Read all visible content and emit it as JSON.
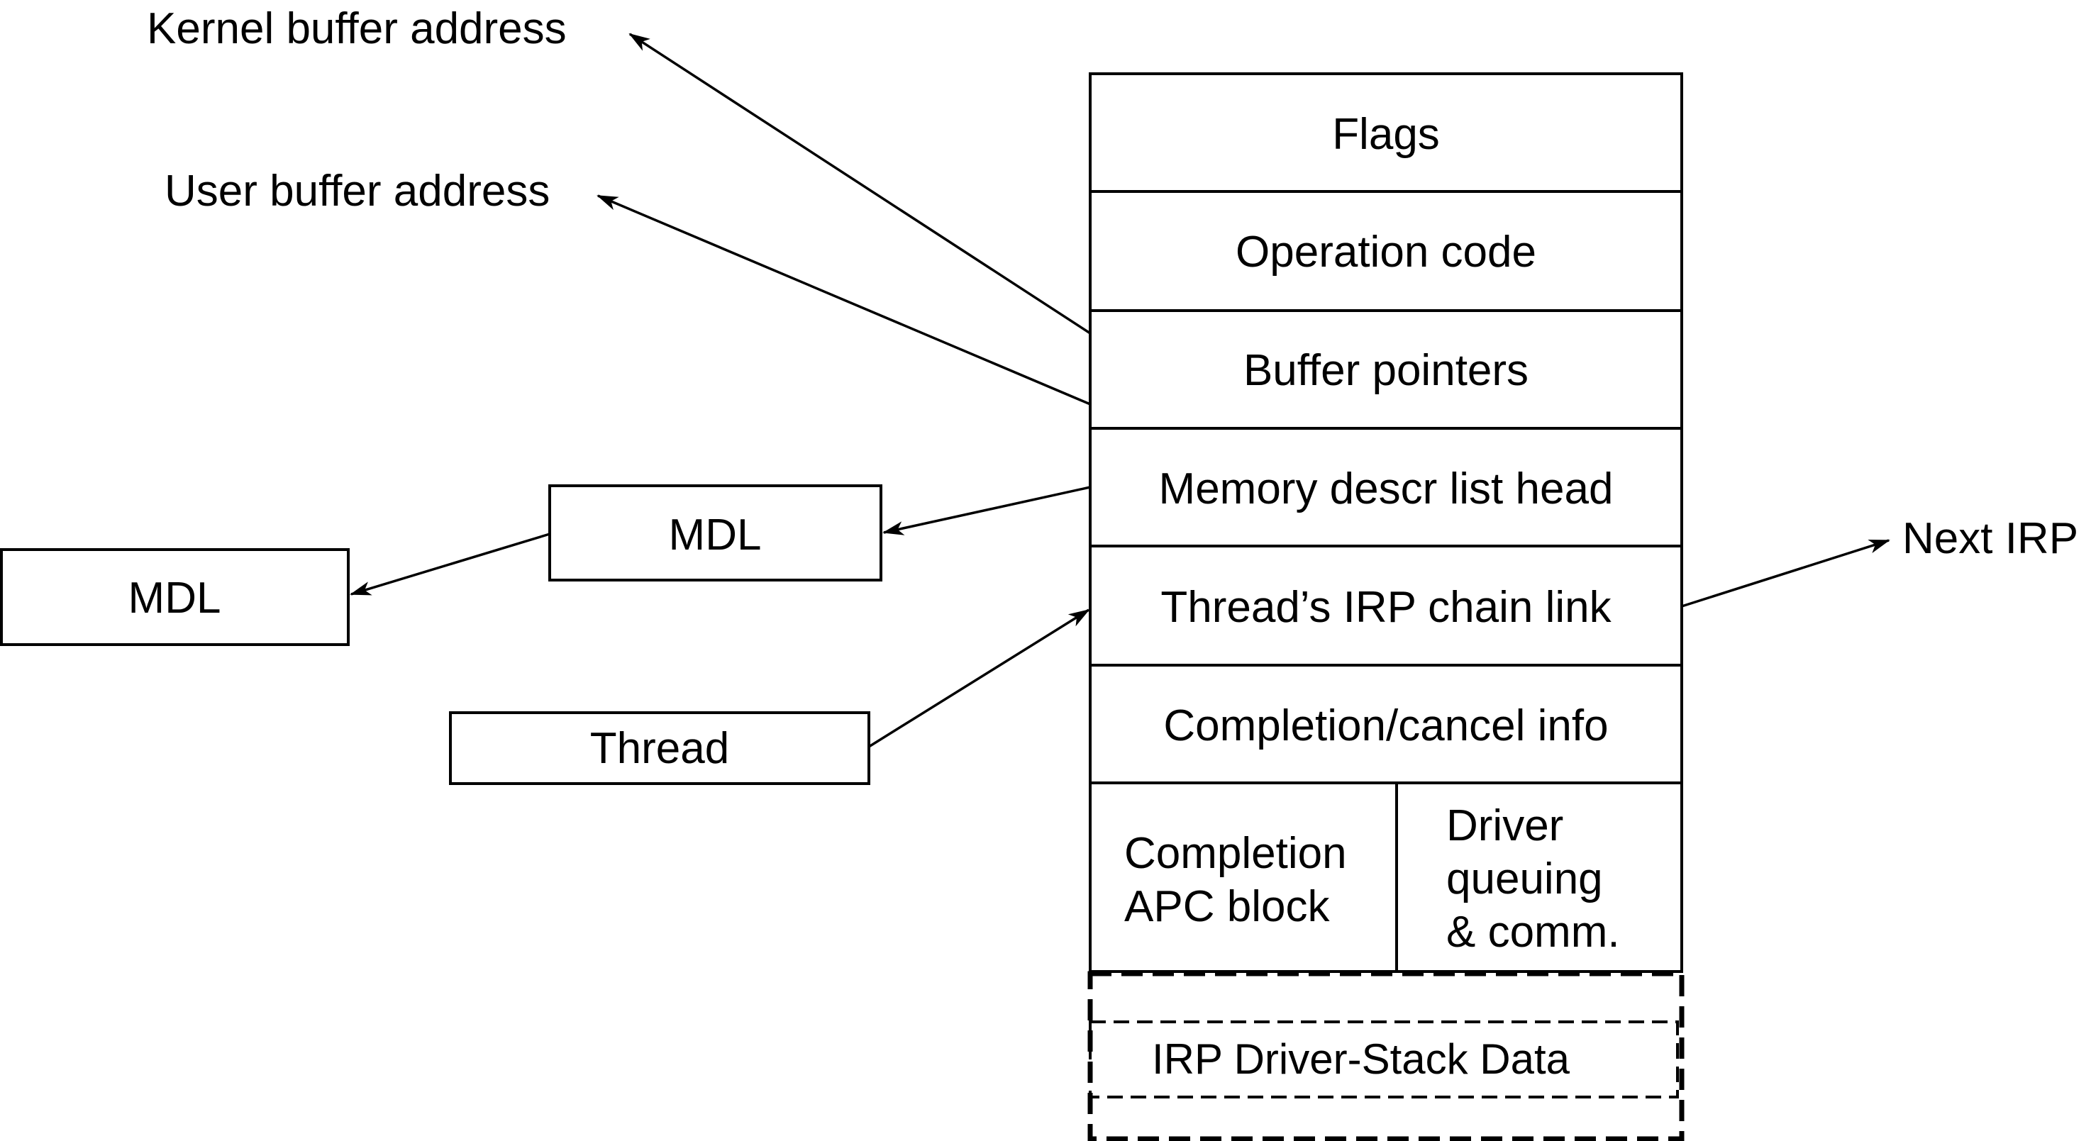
{
  "irp": {
    "fields": {
      "flags": "Flags",
      "operation_code": "Operation code",
      "buffer_pointers": "Buffer pointers",
      "memory_descr_list_head": "Memory descr list head",
      "irp_chain_link": "Thread’s IRP chain link",
      "completion_cancel_info": "Completion/cancel info",
      "completion_apc_block": [
        "Completion",
        "APC block"
      ],
      "driver_queuing": [
        "Driver",
        "queuing",
        "& comm."
      ]
    },
    "stack_data": "IRP Driver-Stack Data"
  },
  "external": {
    "kernel_buffer_address": "Kernel buffer address",
    "user_buffer_address": "User buffer address",
    "mdl_first": "MDL",
    "mdl_second": "MDL",
    "thread": "Thread",
    "next_irp": "Next IRP"
  },
  "colors": {
    "stroke": "#000000",
    "background": "#ffffff"
  }
}
